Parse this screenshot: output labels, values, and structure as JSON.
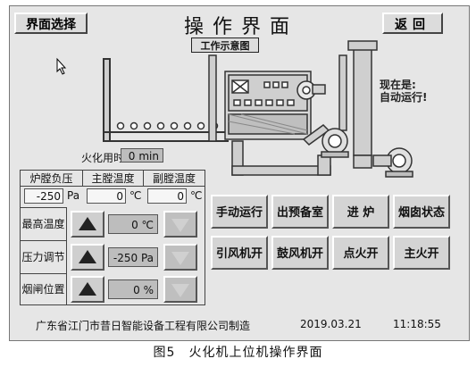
{
  "header": {
    "select_label": "界面选择",
    "title": "操作界面",
    "back_label": "返回",
    "diagram_label": "工作示意图"
  },
  "status": {
    "line1": "现在是:",
    "line2": "自动运行!"
  },
  "fire_time": {
    "label": "火化用时",
    "value": "0",
    "unit": "min"
  },
  "readings": {
    "furnace_pressure": {
      "label": "炉膛负压",
      "value": "-250",
      "unit": "Pa"
    },
    "main_temp": {
      "label": "主膛温度",
      "value": "0",
      "unit": "℃"
    },
    "aux_temp": {
      "label": "副膛温度",
      "value": "0",
      "unit": "℃"
    }
  },
  "adjust": {
    "max_temp": {
      "label": "最高温度",
      "value": "0 ℃"
    },
    "pressure": {
      "label": "压力调节",
      "value": "-250 Pa"
    },
    "damper": {
      "label": "烟闸位置",
      "value": "0 %"
    }
  },
  "controls": {
    "manual_run": "手动运行",
    "prep_room": "出预备室",
    "enter_furnace": "进 炉",
    "chimney_status": "烟囱状态",
    "induced_fan_on": "引风机开",
    "blower_on": "鼓风机开",
    "ignite_on": "点火开",
    "main_fire_on": "主火开"
  },
  "footer": {
    "company": "广东省江门市昔日智能设备工程有限公司制造",
    "date": "2019.03.21",
    "time": "11:18:55"
  },
  "caption": "图5　火化机上位机操作界面"
}
